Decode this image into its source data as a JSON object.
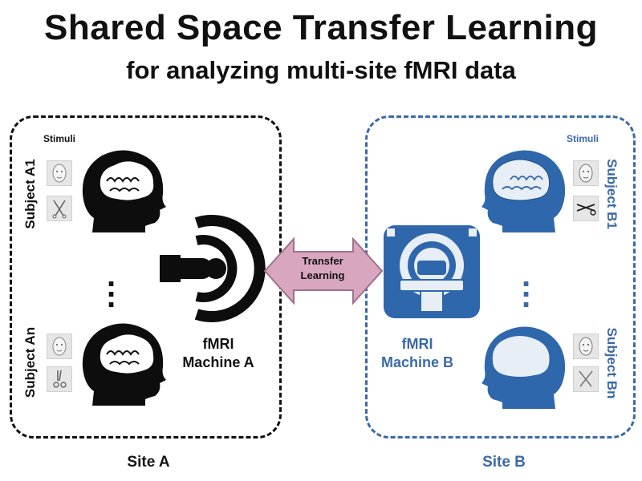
{
  "title": "Shared Space Transfer Learning",
  "subtitle": "for analyzing multi-site fMRI data",
  "site_a": {
    "label": "Site A",
    "stimuli_label": "Stimuli",
    "subject_top": "Subject A1",
    "subject_bottom": "Subject An",
    "machine_line1": "fMRI",
    "machine_line2": "Machine A",
    "color": "#111111"
  },
  "site_b": {
    "label": "Site B",
    "stimuli_label": "Stimuli",
    "subject_top": "Subject B1",
    "subject_bottom": "Subject Bn",
    "machine_line1": "fMRI",
    "machine_line2": "Machine B",
    "color": "#3a6aa8"
  },
  "transfer": {
    "line1": "Transfer",
    "line2": "Learning",
    "color": "#d9a6c0"
  }
}
